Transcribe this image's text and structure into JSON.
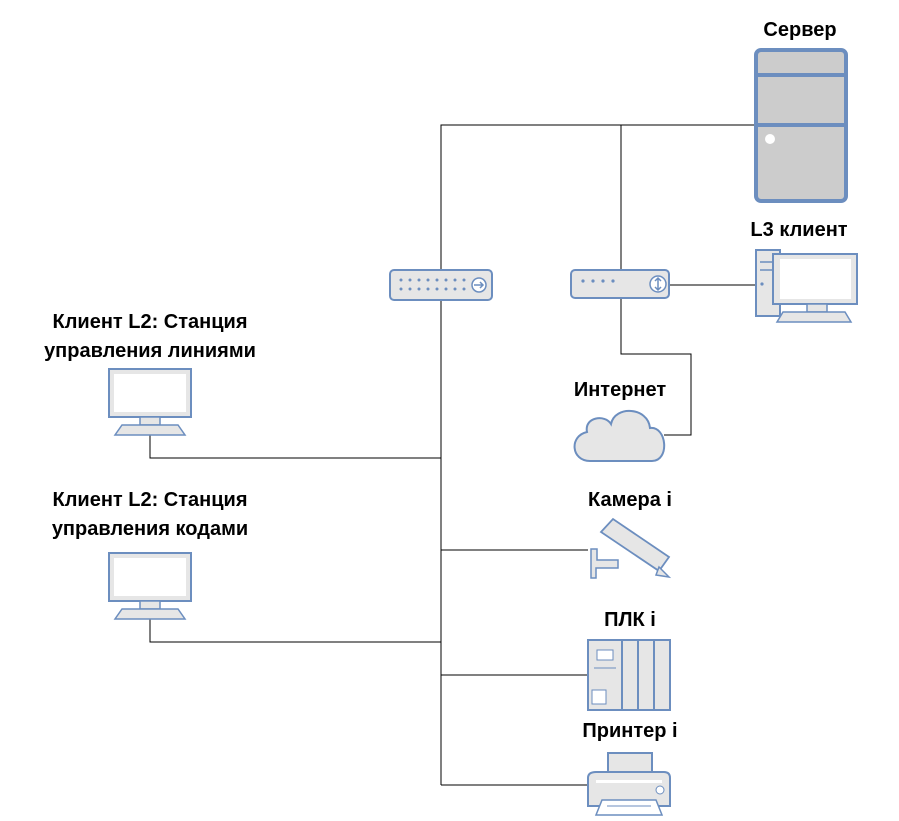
{
  "labels": {
    "server": "Сервер",
    "l3_client": "L3 клиент",
    "internet": "Интернет",
    "client_lines": "Клиент L2: Станция\nуправления линиями",
    "client_codes": "Клиент L2: Станция\nуправления кодами",
    "camera": "Камера i",
    "plc": "ПЛК i",
    "printer": "Принтер i"
  },
  "colors": {
    "device_outline": "#6c8ebf",
    "device_fill": "#e6e6e6",
    "server_fill": "#cccccc",
    "screen": "#ffffff",
    "wire": "#000000"
  },
  "icons": {
    "server": "server-tower-icon",
    "switch": "network-switch-icon",
    "router": "router-icon",
    "l3_client": "desktop-pc-icon",
    "internet": "cloud-icon",
    "client_lines": "monitor-keyboard-icon",
    "client_codes": "monitor-keyboard-icon",
    "camera": "security-camera-icon",
    "plc": "plc-rack-icon",
    "printer": "printer-icon"
  }
}
